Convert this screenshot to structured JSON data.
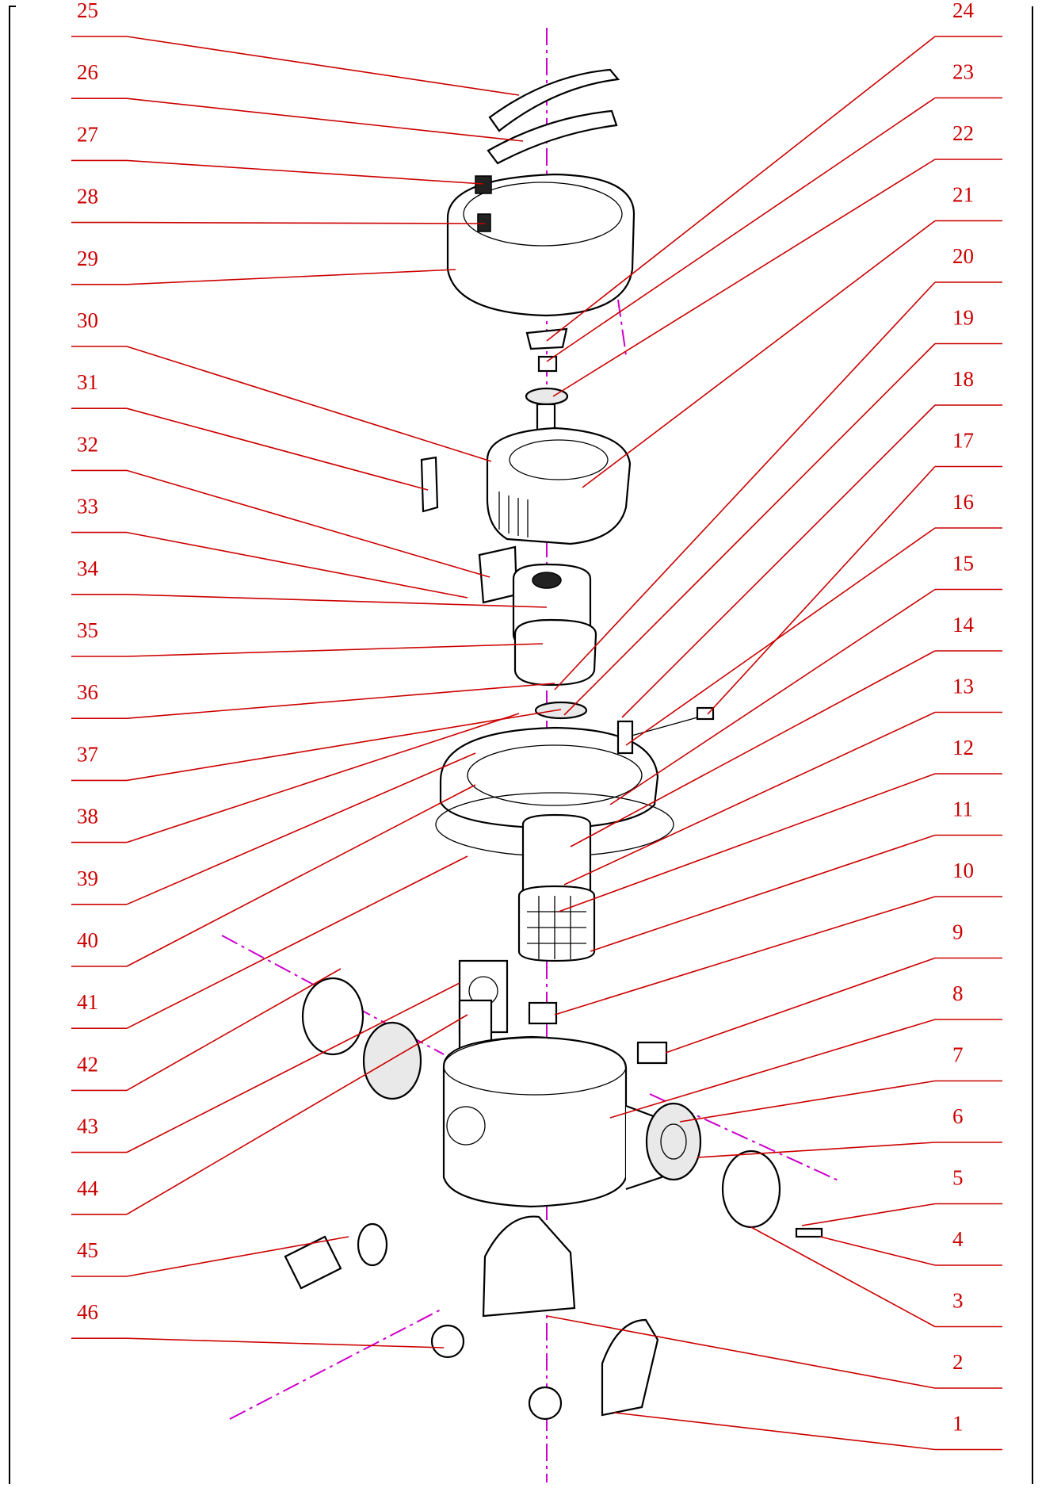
{
  "diagram": {
    "axis_color": "#cc00cc",
    "label_color": "#cc0000",
    "left_labels": [
      "25",
      "26",
      "27",
      "28",
      "29",
      "30",
      "31",
      "32",
      "33",
      "34",
      "35",
      "36",
      "37",
      "38",
      "39",
      "40",
      "41",
      "42",
      "43",
      "44",
      "45",
      "46"
    ],
    "right_labels": [
      "24",
      "23",
      "22",
      "21",
      "20",
      "19",
      "18",
      "17",
      "16",
      "15",
      "14",
      "13",
      "12",
      "11",
      "10",
      "9",
      "8",
      "7",
      "6",
      "5",
      "4",
      "3",
      "2",
      "1"
    ]
  }
}
